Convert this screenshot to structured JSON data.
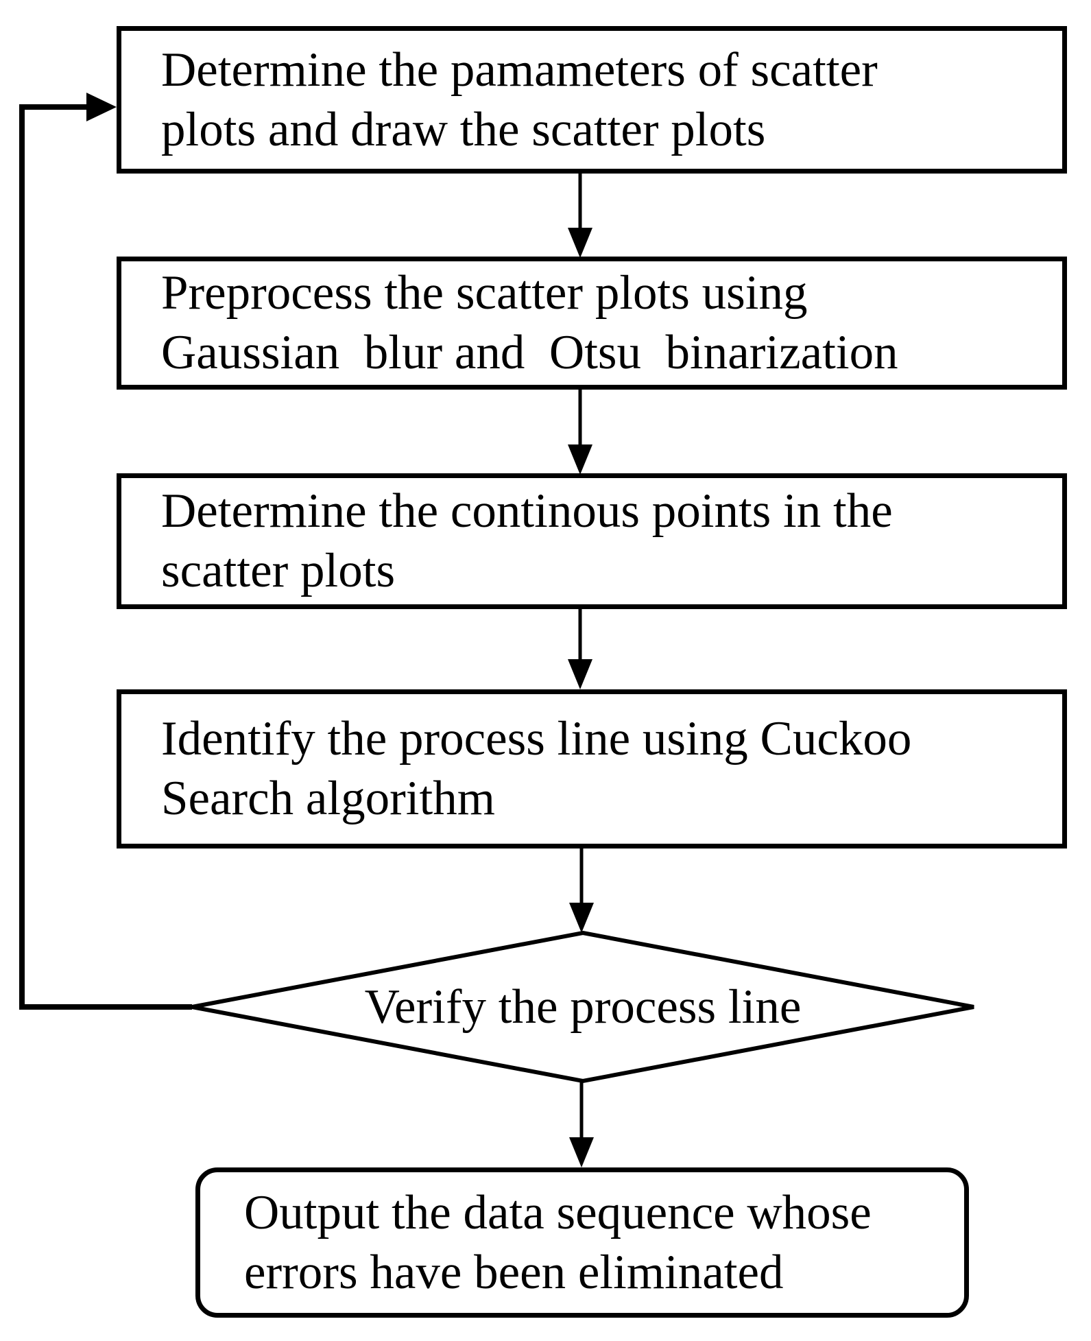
{
  "diagram": {
    "background": "#ffffff",
    "stroke_color": "#000000",
    "text_color": "#000000",
    "nodes": [
      {
        "id": "determine-parameters",
        "shape": "rectangle",
        "lines": [
          "Determine the pamameters of scatter",
          "plots and draw the scatter plots"
        ]
      },
      {
        "id": "preprocess",
        "shape": "rectangle",
        "lines": [
          "Preprocess the scatter plots using",
          "Gaussian  blur and  Otsu  binarization"
        ]
      },
      {
        "id": "continuous-points",
        "shape": "rectangle",
        "lines": [
          "Determine the continous points in the",
          "scatter plots"
        ]
      },
      {
        "id": "identify-process-line",
        "shape": "rectangle",
        "lines": [
          "Identify the process line using Cuckoo",
          "Search algorithm"
        ]
      },
      {
        "id": "verify-process-line",
        "shape": "diamond",
        "lines": [
          "Verify the process line"
        ]
      },
      {
        "id": "output-data-sequence",
        "shape": "rounded-rectangle",
        "lines": [
          "Output the data sequence whose",
          "errors have been eliminated"
        ]
      }
    ],
    "edges": [
      {
        "from": "determine-parameters",
        "to": "preprocess",
        "kind": "arrow-down"
      },
      {
        "from": "preprocess",
        "to": "continuous-points",
        "kind": "arrow-down"
      },
      {
        "from": "continuous-points",
        "to": "identify-process-line",
        "kind": "arrow-down"
      },
      {
        "from": "identify-process-line",
        "to": "verify-process-line",
        "kind": "arrow-down"
      },
      {
        "from": "verify-process-line",
        "to": "output-data-sequence",
        "kind": "arrow-down"
      },
      {
        "from": "verify-process-line",
        "to": "determine-parameters",
        "kind": "feedback-loop-left"
      }
    ]
  }
}
